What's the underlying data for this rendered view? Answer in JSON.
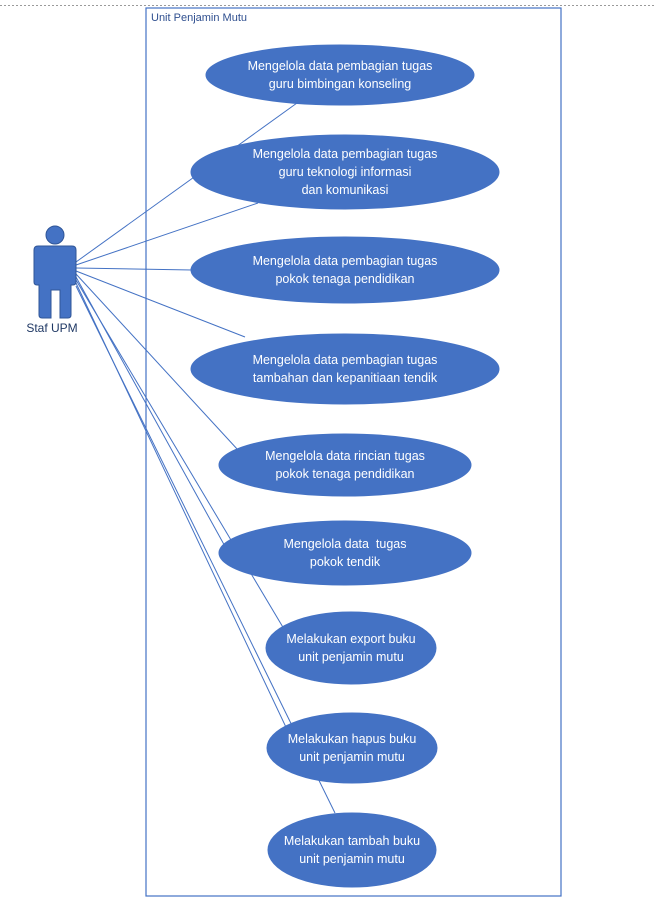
{
  "system": {
    "title": "Unit Penjamin Mutu"
  },
  "actor": {
    "label": "Staf UPM"
  },
  "use_cases": [
    {
      "lines": [
        "Mengelola data pembagian tugas",
        "guru bimbingan konseling"
      ]
    },
    {
      "lines": [
        "Mengelola data pembagian tugas",
        "guru teknologi informasi",
        "dan komunikasi"
      ]
    },
    {
      "lines": [
        "Mengelola data pembagian tugas",
        "pokok tenaga pendidikan"
      ]
    },
    {
      "lines": [
        "Mengelola data pembagian tugas",
        "tambahan dan kepanitiaan tendik"
      ]
    },
    {
      "lines": [
        "Mengelola data rincian tugas",
        "pokok tenaga pendidikan"
      ]
    },
    {
      "lines": [
        "Mengelola data  tugas",
        "pokok tendik"
      ]
    },
    {
      "lines": [
        "Melakukan export buku",
        "unit penjamin mutu"
      ]
    },
    {
      "lines": [
        "Melakukan hapus buku",
        "unit penjamin mutu"
      ]
    },
    {
      "lines": [
        "Melakukan tambah buku",
        "unit penjamin mutu"
      ]
    }
  ],
  "colors": {
    "usecase_fill": "#4472C4",
    "line": "#4472C4",
    "actor_fill": "#4472C4",
    "actor_stroke": "#2F5597",
    "boundary_stroke": "#4472C4",
    "text_dark": "#2F4F8F"
  }
}
